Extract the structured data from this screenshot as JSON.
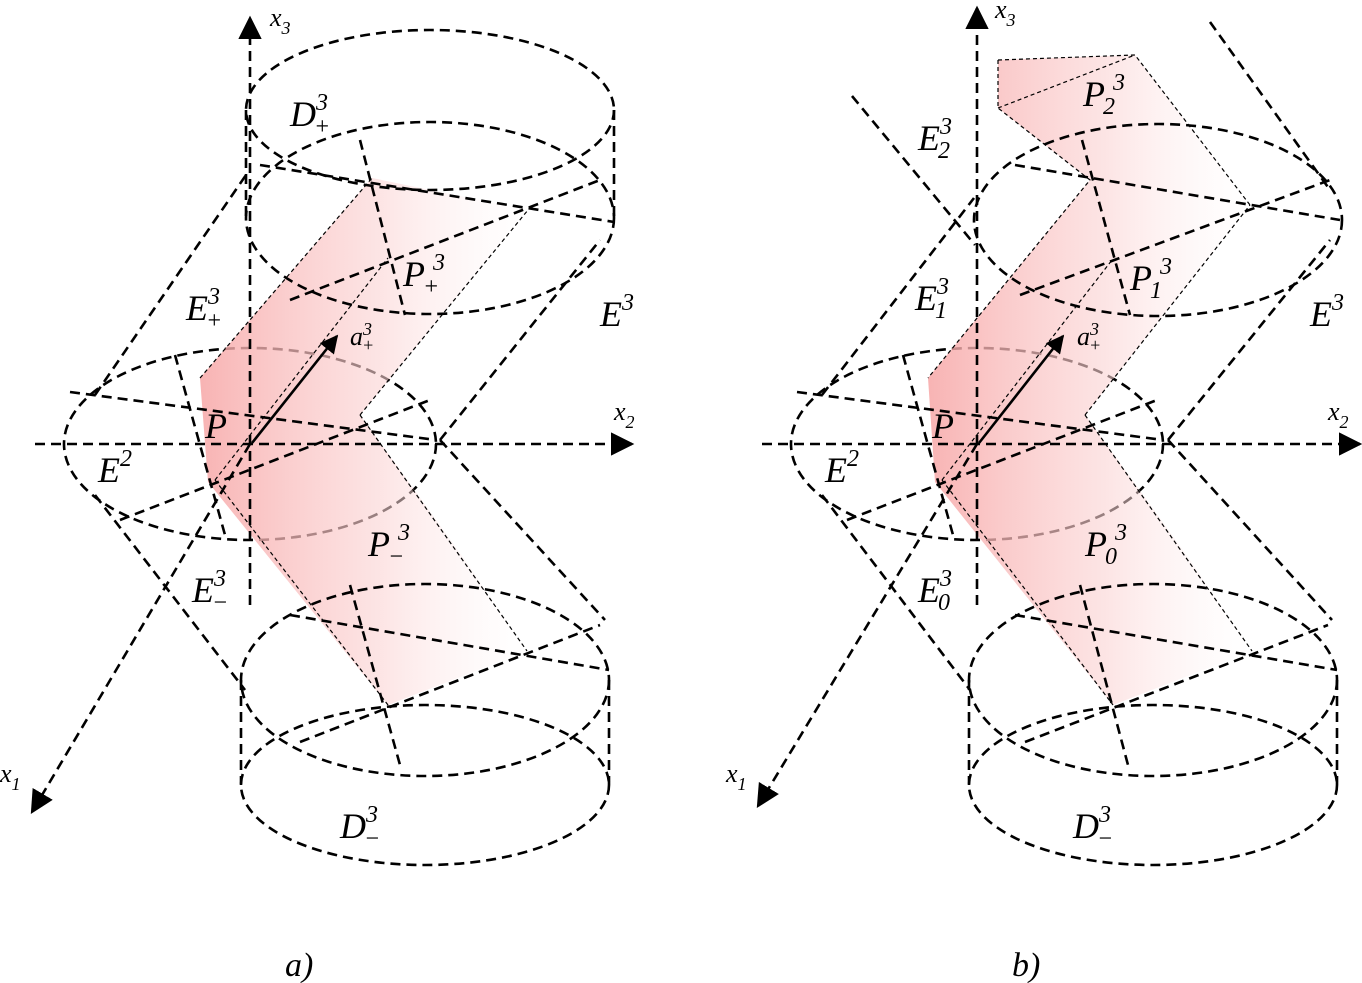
{
  "colors": {
    "stroke": "#000000",
    "disk_fill": "#d9d9d9",
    "strip_fill": "#f7b5b5"
  },
  "panel_a": {
    "caption": "a)",
    "axes": {
      "x1": "x",
      "x1_sub": "1",
      "x2": "x",
      "x2_sub": "2",
      "x3": "x",
      "x3_sub": "3"
    },
    "labels": {
      "D_plus": {
        "main": "D",
        "sup": "3",
        "sub": "+"
      },
      "P_plus": {
        "main": "P",
        "sup": "3",
        "sub": "+"
      },
      "E_plus": {
        "main": "E",
        "sup": "3",
        "sub": "+"
      },
      "E3": {
        "main": "E",
        "sup": "3"
      },
      "a_plus": {
        "main": "a",
        "sup": "3",
        "sub": "+"
      },
      "P": {
        "main": "P"
      },
      "E2": {
        "main": "E",
        "sup": "2"
      },
      "P_minus": {
        "main": "P",
        "sup": "3",
        "sub": "−"
      },
      "E_minus": {
        "main": "E",
        "sup": "3",
        "sub": "−"
      },
      "D_minus": {
        "main": "D",
        "sup": "3",
        "sub": "−"
      }
    }
  },
  "panel_b": {
    "caption": "b)",
    "axes": {
      "x1": "x",
      "x1_sub": "1",
      "x2": "x",
      "x2_sub": "2",
      "x3": "x",
      "x3_sub": "3"
    },
    "labels": {
      "P2": {
        "main": "P",
        "sup": "3",
        "sub": "2"
      },
      "E2": {
        "main": "E",
        "sup": "3",
        "sub": "2"
      },
      "P1": {
        "main": "P",
        "sup": "3",
        "sub": "1"
      },
      "E1": {
        "main": "E",
        "sup": "3",
        "sub": "1"
      },
      "E3": {
        "main": "E",
        "sup": "3"
      },
      "a_plus": {
        "main": "a",
        "sup": "3",
        "sub": "+"
      },
      "P": {
        "main": "P"
      },
      "Eplane": {
        "main": "E",
        "sup": "2"
      },
      "P0": {
        "main": "P",
        "sup": "3",
        "sub": "0"
      },
      "E0": {
        "main": "E",
        "sup": "3",
        "sub": "0"
      },
      "D_minus": {
        "main": "D",
        "sup": "3",
        "sub": "−"
      }
    }
  }
}
